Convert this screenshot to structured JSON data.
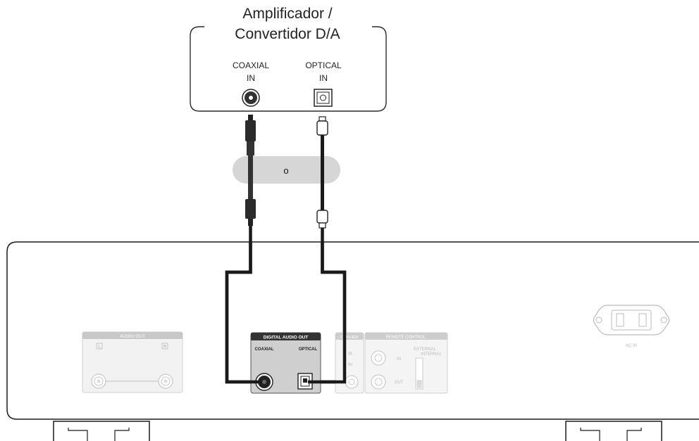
{
  "amplifier": {
    "title_line1": "Amplificador /",
    "title_line2": "Convertidor D/A",
    "coaxial_label_line1": "COAXIAL",
    "coaxial_label_line2": "IN",
    "optical_label_line1": "OPTICAL",
    "optical_label_line2": "IN"
  },
  "separator": {
    "label": "o"
  },
  "player": {
    "audio_out_label": "AUDIO OUT",
    "channel_left": "L",
    "channel_right": "R",
    "digital_audio_out_label": "DIGITAL AUDIO OUT",
    "digital_coaxial_label": "COAXIAL",
    "digital_optical_label": "OPTICAL",
    "flasher_label": "FLASHER",
    "ir_label": "IR",
    "in_label_small": "IN",
    "remote_control_label": "REMOTE CONTROL",
    "remote_in_label": "IN",
    "remote_out_label": "OUT",
    "external_label": "EXTERNAL",
    "internal_label": "INTERNAL",
    "ac_in_label": "AC IN"
  }
}
